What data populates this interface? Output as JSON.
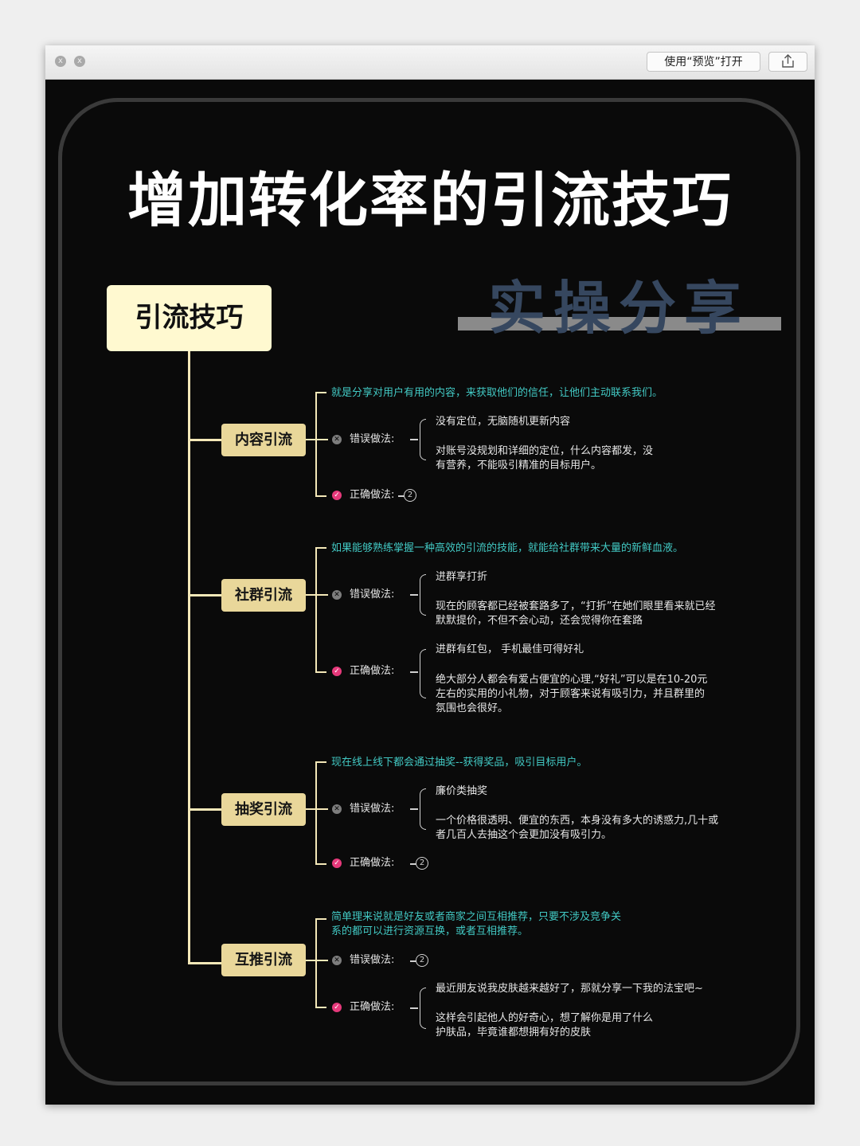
{
  "window": {
    "open_button": "使用“预览”打开",
    "close_icon": "x",
    "minimize_icon": "x"
  },
  "poster": {
    "title": "增加转化率的引流技巧",
    "subtitle": "实操分享",
    "root": "引流技巧",
    "wrong_label": "错误做法:",
    "right_label": "正确做法:",
    "sections": [
      {
        "name": "内容引流",
        "desc": [
          "就是分享对用户有用的内容，来获取他们的信任，让他们主动联系我们。"
        ],
        "wrong": [
          "没有定位，无脑随机更新内容",
          "对账号没规划和详细的定位，什么内容都发，没",
          "有营养，不能吸引精准的目标用户。"
        ],
        "right_count": "2"
      },
      {
        "name": "社群引流",
        "desc": [
          "如果能够熟练掌握一种高效的引流的技能，就能给社群带来大量的新鲜血液。"
        ],
        "wrong": [
          "进群享打折",
          "现在的顾客都已经被套路多了，“打折”在她们眼里看来就已经",
          "默默提价，不但不会心动，还会觉得你在套路"
        ],
        "right": [
          "进群有红包， 手机最佳可得好礼",
          "绝大部分人都会有爱占便宜的心理,“好礼”可以是在10-20元",
          "左右的实用的小礼物，对于顾客来说有吸引力，并且群里的",
          "氛围也会很好。"
        ]
      },
      {
        "name": "抽奖引流",
        "desc": [
          "现在线上线下都会通过抽奖--获得奖品，吸引目标用户。"
        ],
        "wrong": [
          "廉价类抽奖",
          "一个价格很透明、便宜的东西，本身没有多大的诱惑力,几十或",
          "者几百人去抽这个会更加没有吸引力。"
        ],
        "right_count": "2"
      },
      {
        "name": "互推引流",
        "desc": [
          "简单理来说就是好友或者商家之间互相推荐，只要不涉及竞争关",
          "系的都可以进行资源互换，或者互相推荐。"
        ],
        "wrong_count": "2",
        "right": [
          "最近朋友说我皮肤越来越好了，那就分享一下我的法宝吧~",
          "这样会引起他人的好奇心，想了解你是用了什么",
          "护肤品，毕竟谁都想拥有好的皮肤"
        ]
      }
    ]
  },
  "colors": {
    "background": "#0a0a0a",
    "root_fill": "#fff9d0",
    "category_fill": "#e9d79a",
    "description_text": "#42c9c4",
    "right_icon": "#e6397b",
    "subtitle": "#36475f"
  }
}
